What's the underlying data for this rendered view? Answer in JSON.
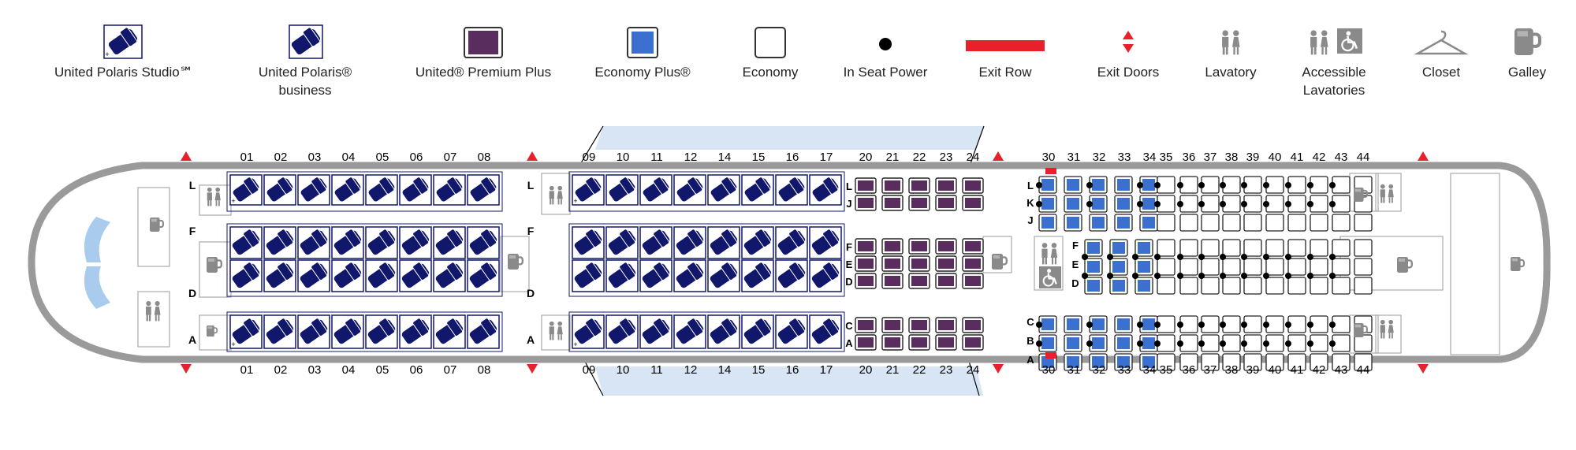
{
  "legend": [
    {
      "key": "studio",
      "label": "United Polaris Studio℠",
      "icon": "studio-seat-icon"
    },
    {
      "key": "business",
      "label": "United Polaris® business",
      "icon": "polaris-seat-icon"
    },
    {
      "key": "premium",
      "label": "United® Premium Plus",
      "icon": "premium-plus-seat-icon"
    },
    {
      "key": "economy_plus",
      "label": "Economy Plus®",
      "icon": "economy-plus-seat-icon"
    },
    {
      "key": "economy",
      "label": "Economy",
      "icon": "economy-seat-icon"
    },
    {
      "key": "power",
      "label": "In Seat Power",
      "icon": "power-dot-icon"
    },
    {
      "key": "exit_row",
      "label": "Exit Row",
      "icon": "exit-row-bar-icon"
    },
    {
      "key": "exit_doors",
      "label": "Exit Doors",
      "icon": "exit-door-arrows-icon"
    },
    {
      "key": "lavatory",
      "label": "Lavatory",
      "icon": "lavatory-icon"
    },
    {
      "key": "accessible",
      "label": "Accessible\nLavatories",
      "icon": "accessible-lavatory-icon"
    },
    {
      "key": "closet",
      "label": "Closet",
      "icon": "hanger-icon"
    },
    {
      "key": "galley",
      "label": "Galley",
      "icon": "galley-cup-icon"
    }
  ],
  "colors": {
    "polaris": "#11176b",
    "premium": "#5a2d5f",
    "economy_plus": "#3b6fd0",
    "exit": "#e8202b",
    "fuselage": "#9a9a9a",
    "wing": "#c9dcf1"
  },
  "cabin": {
    "polaris_front_rows": [
      "01",
      "02",
      "03",
      "04",
      "05",
      "06",
      "07",
      "08"
    ],
    "polaris_rear_rows": [
      "09",
      "10",
      "11",
      "12",
      "14",
      "15",
      "16",
      "17"
    ],
    "premium_rows": [
      "20",
      "21",
      "22",
      "23",
      "24"
    ],
    "economy_plus_rows": [
      "30",
      "31",
      "32",
      "33",
      "34"
    ],
    "economy_rows": [
      "35",
      "36",
      "37",
      "38",
      "39",
      "40",
      "41",
      "42",
      "43",
      "44"
    ],
    "polaris_letters": {
      "window_top": "L",
      "center_top": "F",
      "center_bottom": "D",
      "window_bottom": "A"
    },
    "premium_letters": [
      "L",
      "J",
      "F",
      "E",
      "D",
      "C",
      "A"
    ],
    "economy_letters": [
      "L",
      "K",
      "J",
      "F",
      "E",
      "D",
      "C",
      "B",
      "A"
    ]
  }
}
